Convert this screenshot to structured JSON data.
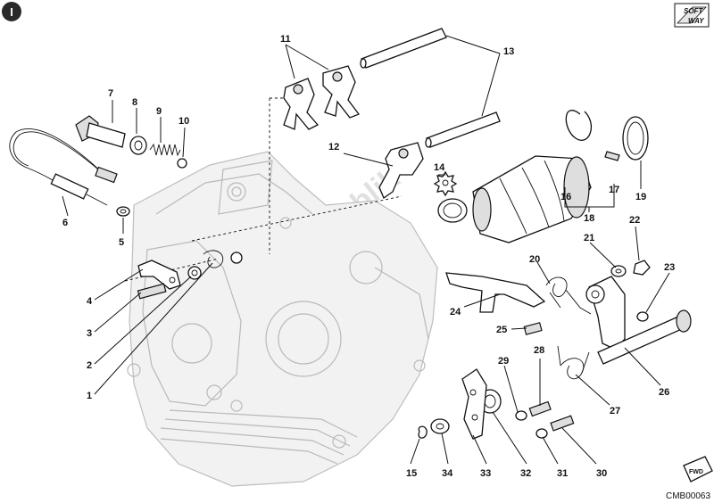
{
  "diagram": {
    "drawing_code": "CMB00063",
    "watermark": "PartsRepublik",
    "logo": {
      "line1": "SOFT",
      "line2": "WAY"
    },
    "fwd_label": "FWD",
    "section_mark": "I",
    "labels": {
      "n1": "1",
      "n2": "2",
      "n3": "3",
      "n4": "4",
      "n5": "5",
      "n6": "6",
      "n7": "7",
      "n8": "8",
      "n9": "9",
      "n10": "10",
      "n11": "11",
      "n12": "12",
      "n13": "13",
      "n14": "14",
      "n15": "15",
      "n16": "16",
      "n17": "17",
      "n18": "18",
      "n19": "19",
      "n20": "20",
      "n21": "21",
      "n22": "22",
      "n23": "23",
      "n24": "24",
      "n25": "25",
      "n26": "26",
      "n27": "27",
      "n28": "28",
      "n29": "29",
      "n30": "30",
      "n31": "31",
      "n32": "32",
      "n33": "33",
      "n34": "34"
    }
  }
}
